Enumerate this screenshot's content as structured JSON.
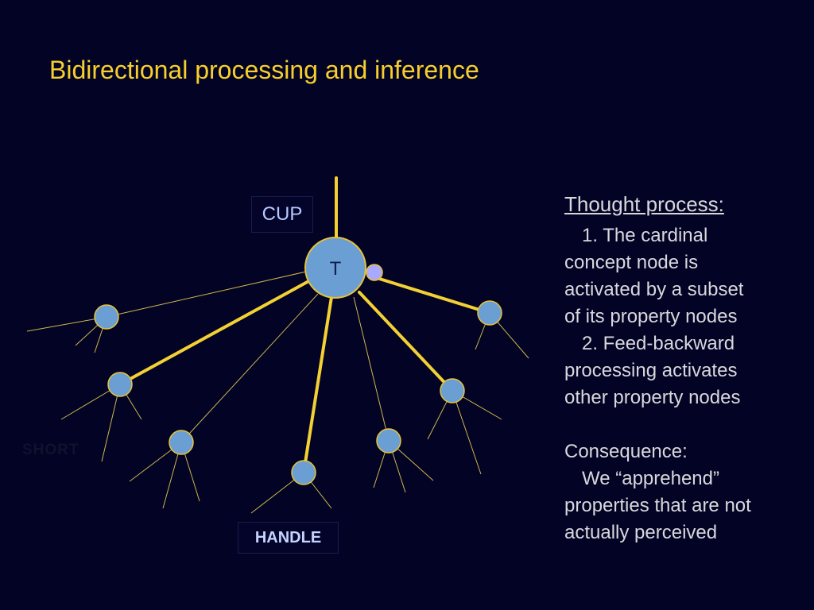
{
  "title": "Bidirectional processing and inference",
  "diagram": {
    "central_node_label": "T",
    "concept_label": "CUP",
    "property_labels": {
      "handle": "HANDLE",
      "short": "SHORT"
    },
    "colors": {
      "background": "#030326",
      "title": "#f7cf2d",
      "strong_link": "#f3d134",
      "weak_link": "#cdb84a",
      "node_fill": "#6b9fd4",
      "node_stroke": "#e6c33a",
      "small_node_fill": "#a9a9ff"
    }
  },
  "side_text": {
    "heading": "Thought process:",
    "lines": [
      "1. The cardinal",
      "concept node is",
      "activated by a subset",
      "of its property nodes",
      "2. Feed-backward",
      "processing activates",
      "other property nodes"
    ],
    "consequence_heading": "Consequence:",
    "consequence_lines": [
      "We “apprehend”",
      "properties that are not",
      "actually perceived"
    ]
  }
}
